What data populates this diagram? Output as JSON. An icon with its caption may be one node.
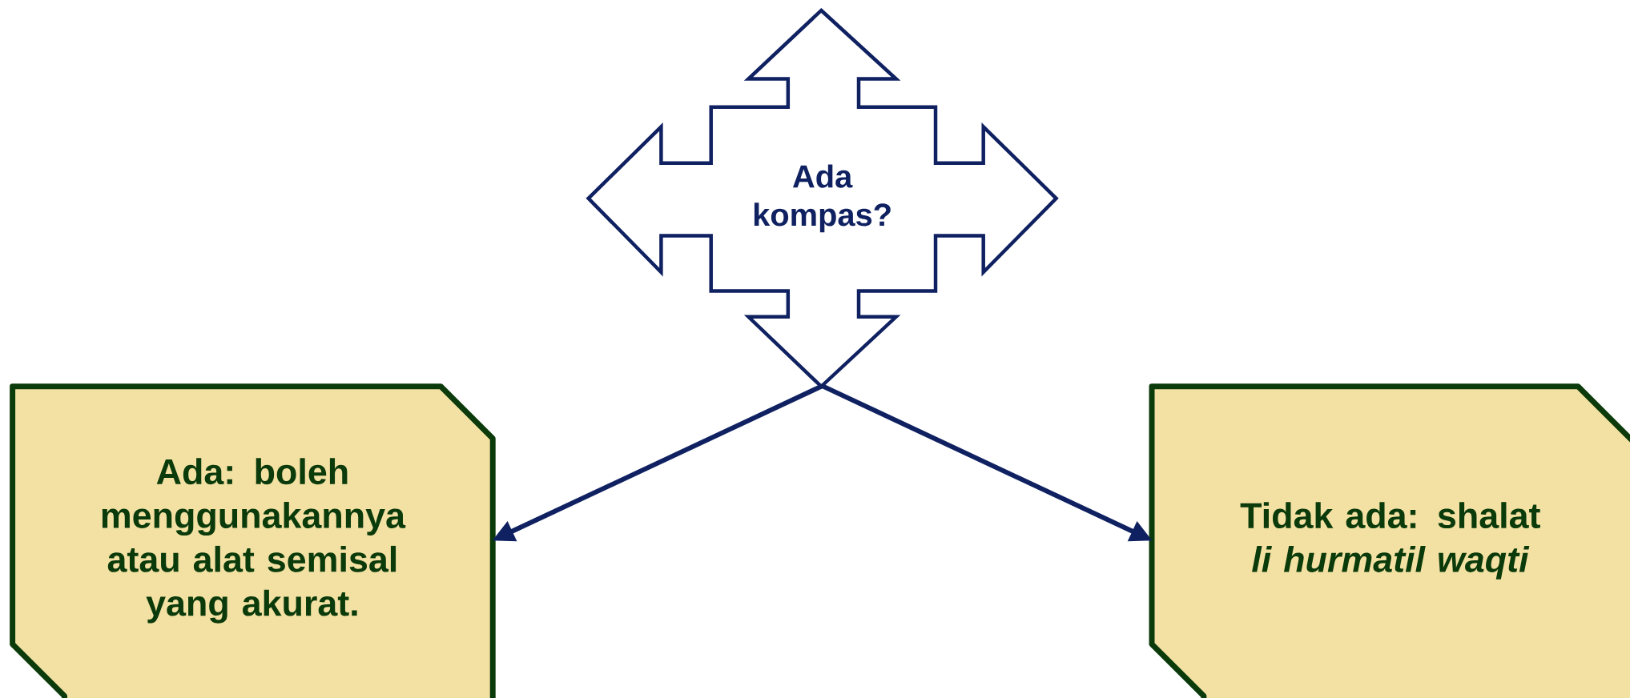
{
  "diagram": {
    "nodes": [
      {
        "text": [
          "Ada kompas?"
        ]
      },
      {
        "text": [
          "Ada: boleh menggunakannya atau alat semisal yang akurat."
        ]
      },
      {
        "text": [
          "Tidak ada: shalat *li hurmatil waqti*"
        ]
      }
    ],
    "edges": [
      {
        "from": 0,
        "to": 1,
        "arrow": "to"
      },
      {
        "from": 0,
        "to": 2,
        "arrow": "to"
      }
    ]
  }
}
